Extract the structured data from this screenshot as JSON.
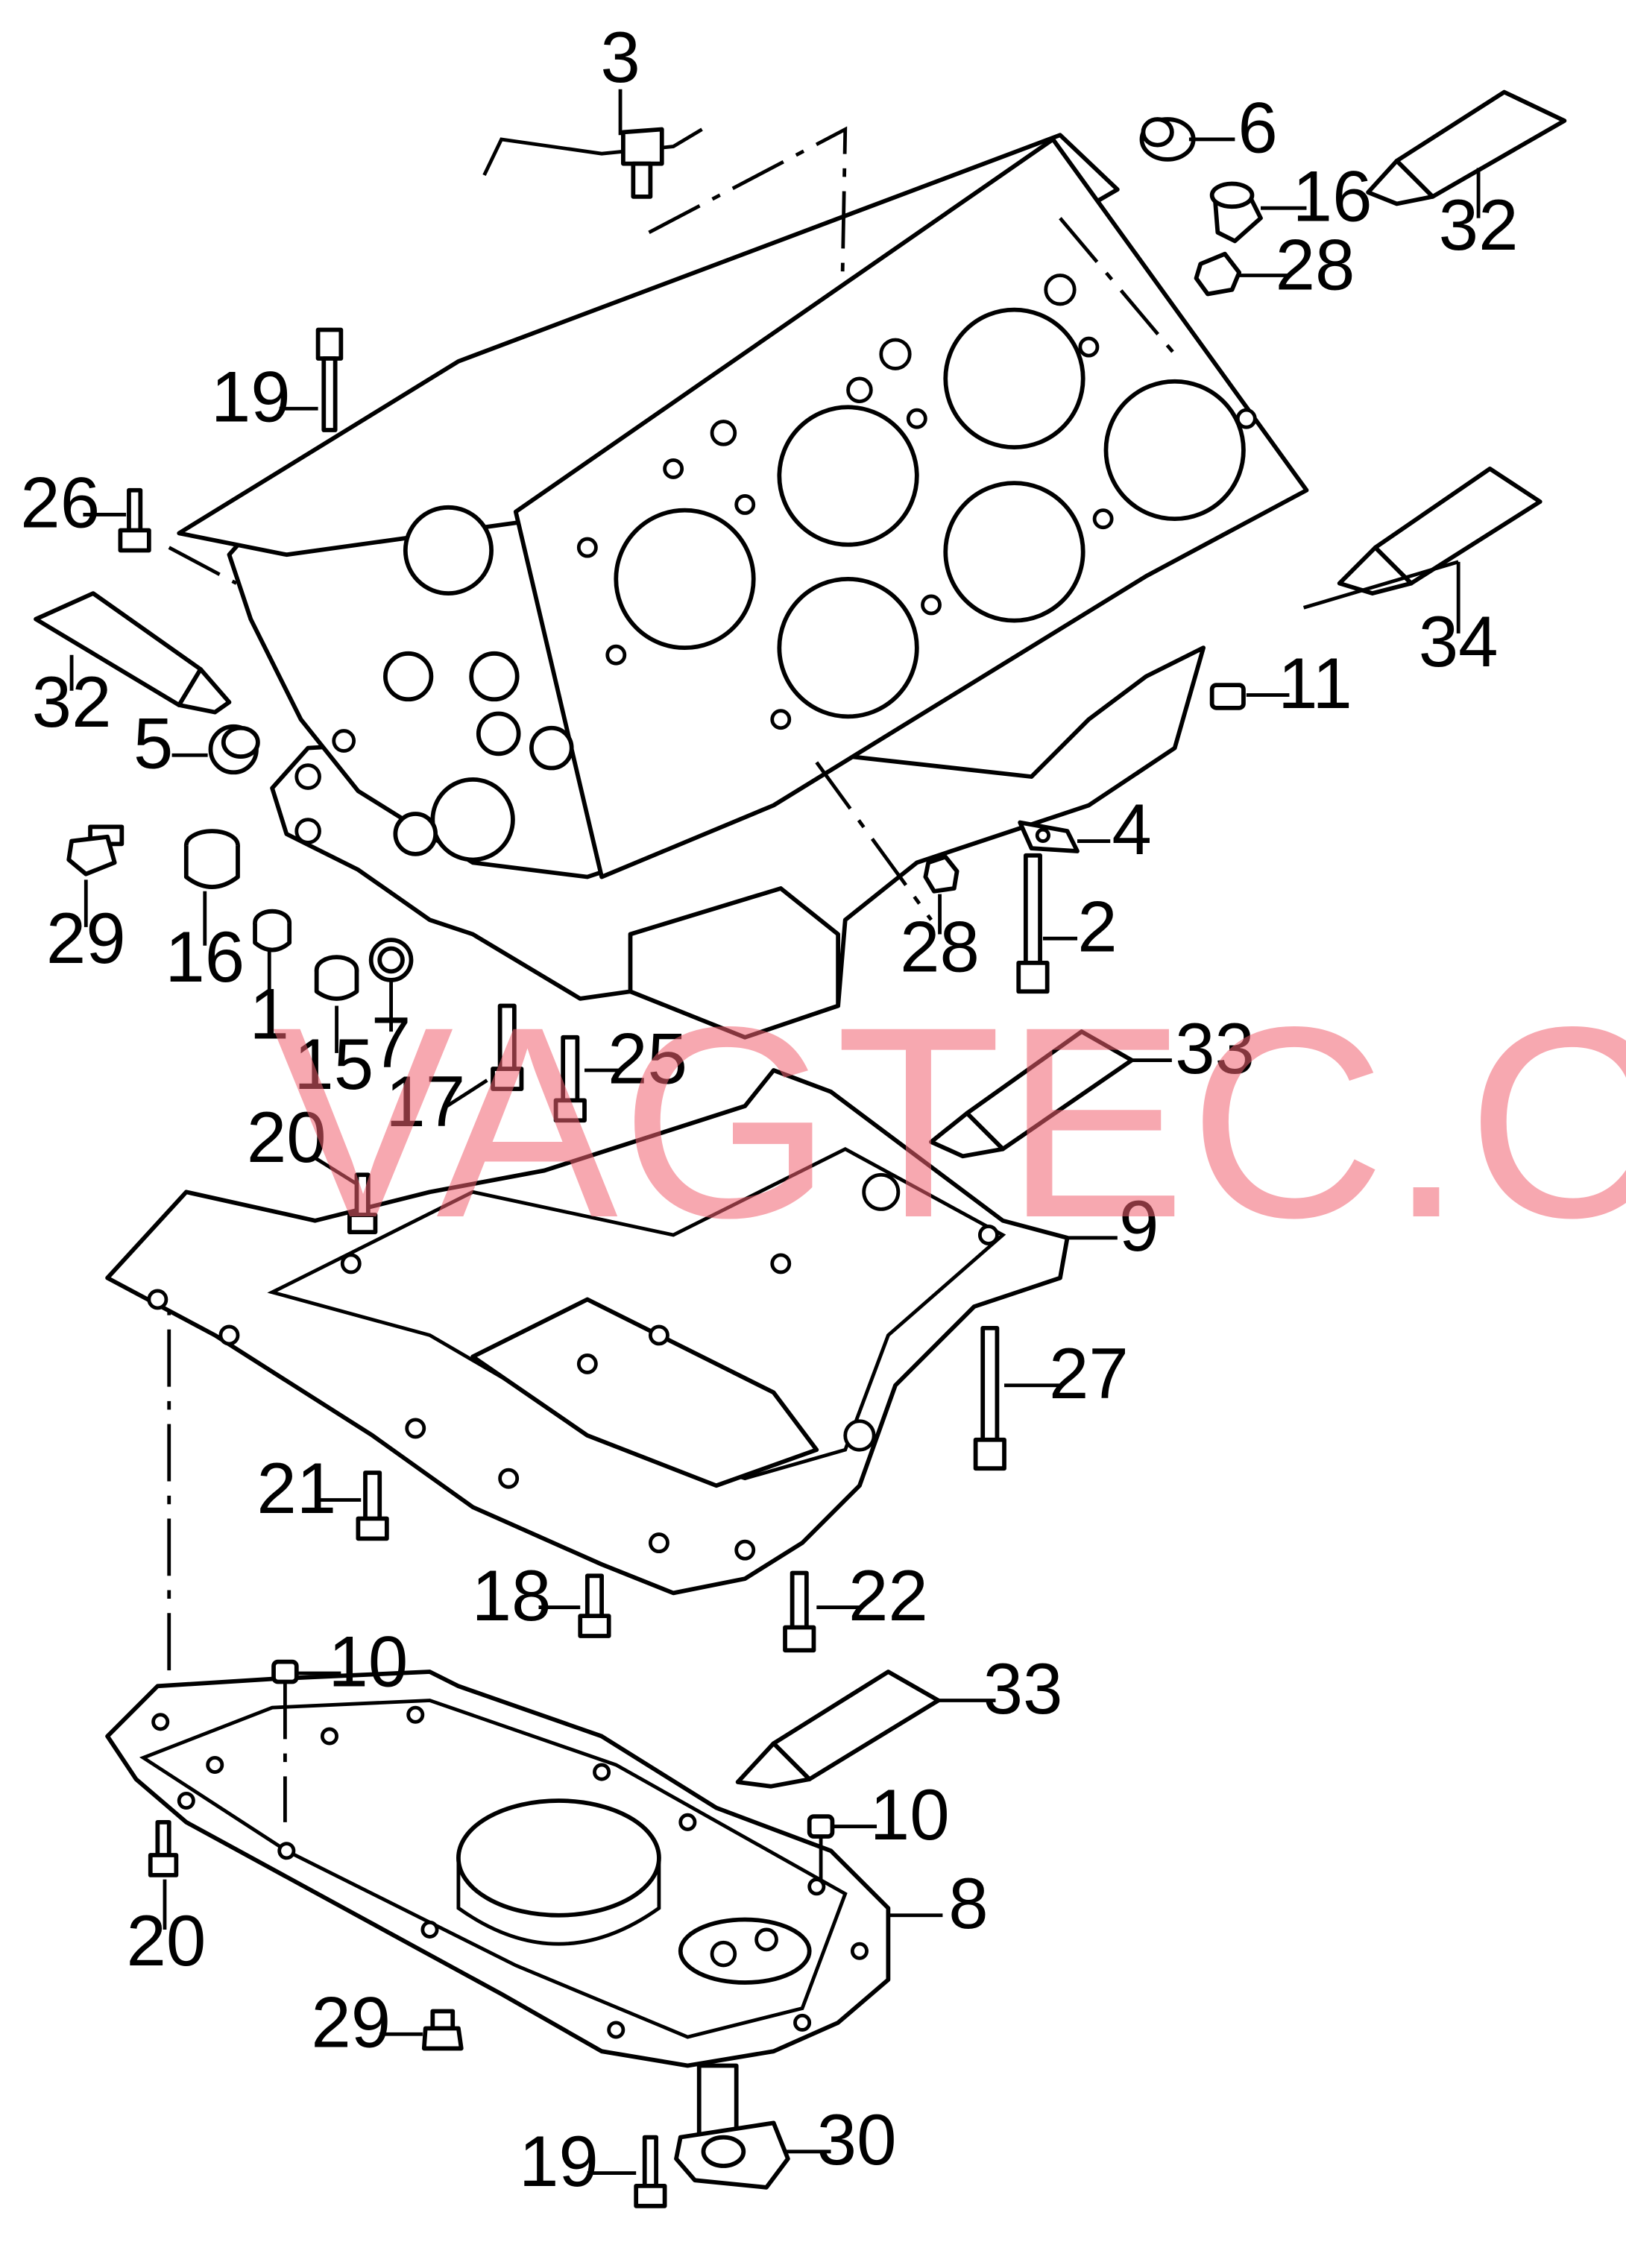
{
  "watermark": "VAGTEC.COM.UA",
  "callouts": [
    {
      "id": "c3",
      "text": "3"
    },
    {
      "id": "c6",
      "text": "6"
    },
    {
      "id": "c16a",
      "text": "16"
    },
    {
      "id": "c32a",
      "text": "32"
    },
    {
      "id": "c28a",
      "text": "28"
    },
    {
      "id": "c19a",
      "text": "19"
    },
    {
      "id": "c26",
      "text": "26"
    },
    {
      "id": "c34",
      "text": "34"
    },
    {
      "id": "c32b",
      "text": "32"
    },
    {
      "id": "c11",
      "text": "11"
    },
    {
      "id": "c5",
      "text": "5"
    },
    {
      "id": "c4",
      "text": "4"
    },
    {
      "id": "c29a",
      "text": "29"
    },
    {
      "id": "c16b",
      "text": "16"
    },
    {
      "id": "c1",
      "text": "1"
    },
    {
      "id": "c2",
      "text": "2"
    },
    {
      "id": "c28b",
      "text": "28"
    },
    {
      "id": "c15",
      "text": "15"
    },
    {
      "id": "c7",
      "text": "7"
    },
    {
      "id": "c25",
      "text": "25"
    },
    {
      "id": "c33a",
      "text": "33"
    },
    {
      "id": "c17",
      "text": "17"
    },
    {
      "id": "c20a",
      "text": "20"
    },
    {
      "id": "c9",
      "text": "9"
    },
    {
      "id": "c27",
      "text": "27"
    },
    {
      "id": "c21",
      "text": "21"
    },
    {
      "id": "c18",
      "text": "18"
    },
    {
      "id": "c22",
      "text": "22"
    },
    {
      "id": "c10a",
      "text": "10"
    },
    {
      "id": "c33b",
      "text": "33"
    },
    {
      "id": "c10b",
      "text": "10"
    },
    {
      "id": "c8",
      "text": "8"
    },
    {
      "id": "c20b",
      "text": "20"
    },
    {
      "id": "c29b",
      "text": "29"
    },
    {
      "id": "c19b",
      "text": "19"
    },
    {
      "id": "c30",
      "text": "30"
    }
  ]
}
